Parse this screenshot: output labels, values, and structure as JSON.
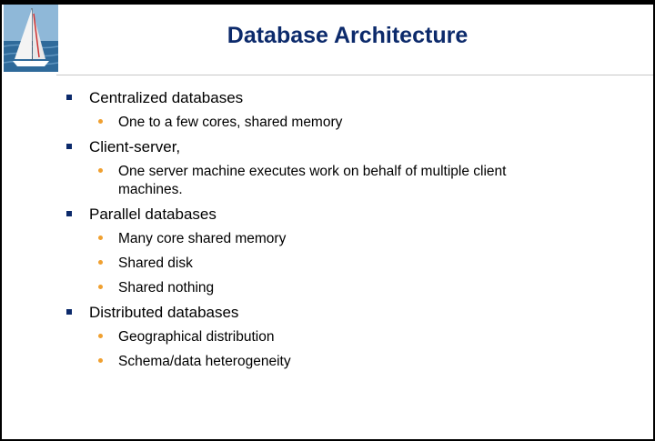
{
  "slide": {
    "title": "Database Architecture",
    "bullets": [
      {
        "text": "Centralized databases",
        "sub": [
          "One to a few cores, shared memory"
        ]
      },
      {
        "text": "Client-server,",
        "sub": [
          "One server machine executes work on behalf of multiple client machines."
        ]
      },
      {
        "text": "Parallel databases",
        "sub": [
          "Many core shared memory",
          "Shared disk",
          "Shared nothing"
        ]
      },
      {
        "text": "Distributed databases",
        "sub": [
          "Geographical distribution",
          "Schema/data heterogeneity"
        ]
      }
    ]
  },
  "colors": {
    "title": "#0c2a6b",
    "level1_bullet": "#0c2a6b",
    "level2_bullet": "#f0a030"
  },
  "icons": {
    "logo": "sailboat-logo-icon"
  }
}
